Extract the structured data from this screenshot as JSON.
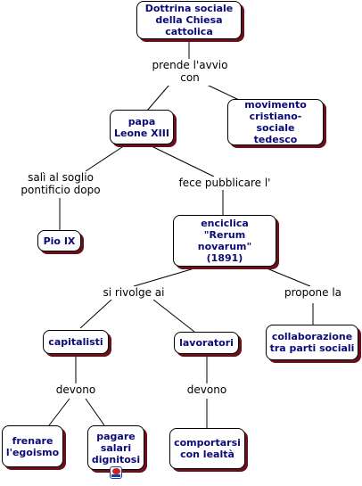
{
  "nodes": {
    "dottrina": "Dottrina sociale\ndella Chiesa cattolica",
    "papa": "papa\nLeone XIII",
    "movimento": "movimento\ncristiano-sociale\ntedesco",
    "pio": "Pio IX",
    "enciclica": "enciclica\n\"Rerum novarum\"\n(1891)",
    "capitalisti": "capitalisti",
    "lavoratori": "lavoratori",
    "collaborazione": "collaborazione\ntra parti sociali",
    "frenare": "frenare\nl'egoismo",
    "pagare": "pagare\nsalari\ndignitosi",
    "comportarsi": "comportarsi\ncon lealtà"
  },
  "links": {
    "prende": "prende l'avvio\ncon",
    "sali": "salì al soglio\npontificio dopo",
    "fece": "fece pubblicare l'",
    "rivolge": "si rivolge ai",
    "propone": "propone la",
    "devono_cap": "devono",
    "devono_lav": "devono"
  },
  "icons": {
    "attachment": "resource-icon"
  },
  "colors": {
    "node_text": "#0a0a78",
    "node_shadow": "#6b0f1a"
  }
}
